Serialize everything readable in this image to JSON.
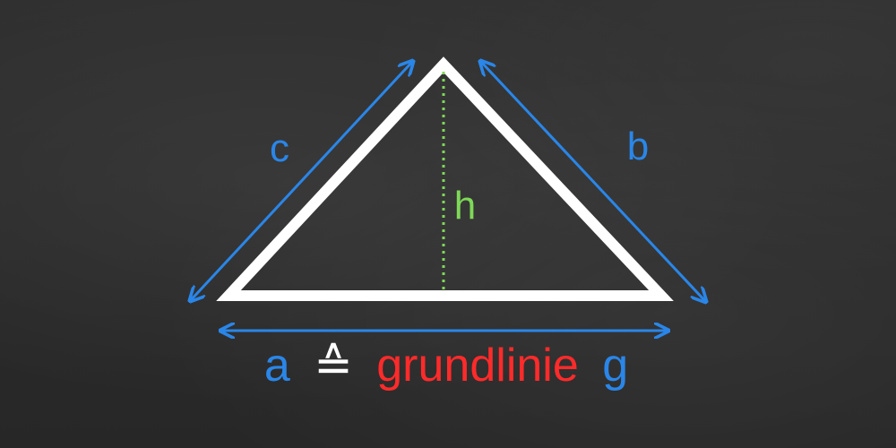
{
  "colors": {
    "board": "#2b2b2b",
    "triangle": "#ffffff",
    "side_arrows": "#2a86e8",
    "height": "#7ed957",
    "red_text": "#ff2a2a"
  },
  "labels": {
    "side_c": "c",
    "side_b": "b",
    "height_h": "h",
    "base_a": "a",
    "correspondence": "≙",
    "grundlinie": "grundlinie",
    "base_g": "g"
  }
}
